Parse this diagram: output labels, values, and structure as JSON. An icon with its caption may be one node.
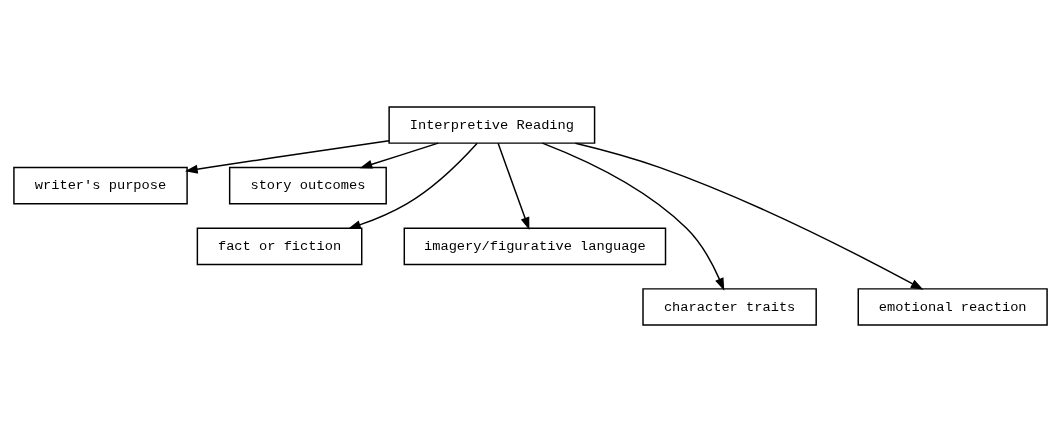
{
  "diagram": {
    "nodes": [
      {
        "text": [
          "Interpretive Reading"
        ]
      },
      {
        "text": [
          "writer's purpose"
        ]
      },
      {
        "text": [
          "story outcomes"
        ]
      },
      {
        "text": [
          "fact or fiction"
        ]
      },
      {
        "text": [
          "imagery/figurative language"
        ]
      },
      {
        "text": [
          "character traits"
        ]
      },
      {
        "text": [
          "emotional reaction"
        ]
      }
    ],
    "edges": [
      {
        "from": 0,
        "to": 1,
        "arrow": "to"
      },
      {
        "from": 0,
        "to": 3,
        "arrow": "to"
      },
      {
        "from": 0,
        "to": 5,
        "arrow": "to"
      },
      {
        "from": 0,
        "to": 6,
        "arrow": "to"
      },
      {
        "from": 0,
        "to": 4,
        "arrow": "to"
      },
      {
        "from": 0,
        "to": 2,
        "arrow": "to"
      }
    ]
  }
}
